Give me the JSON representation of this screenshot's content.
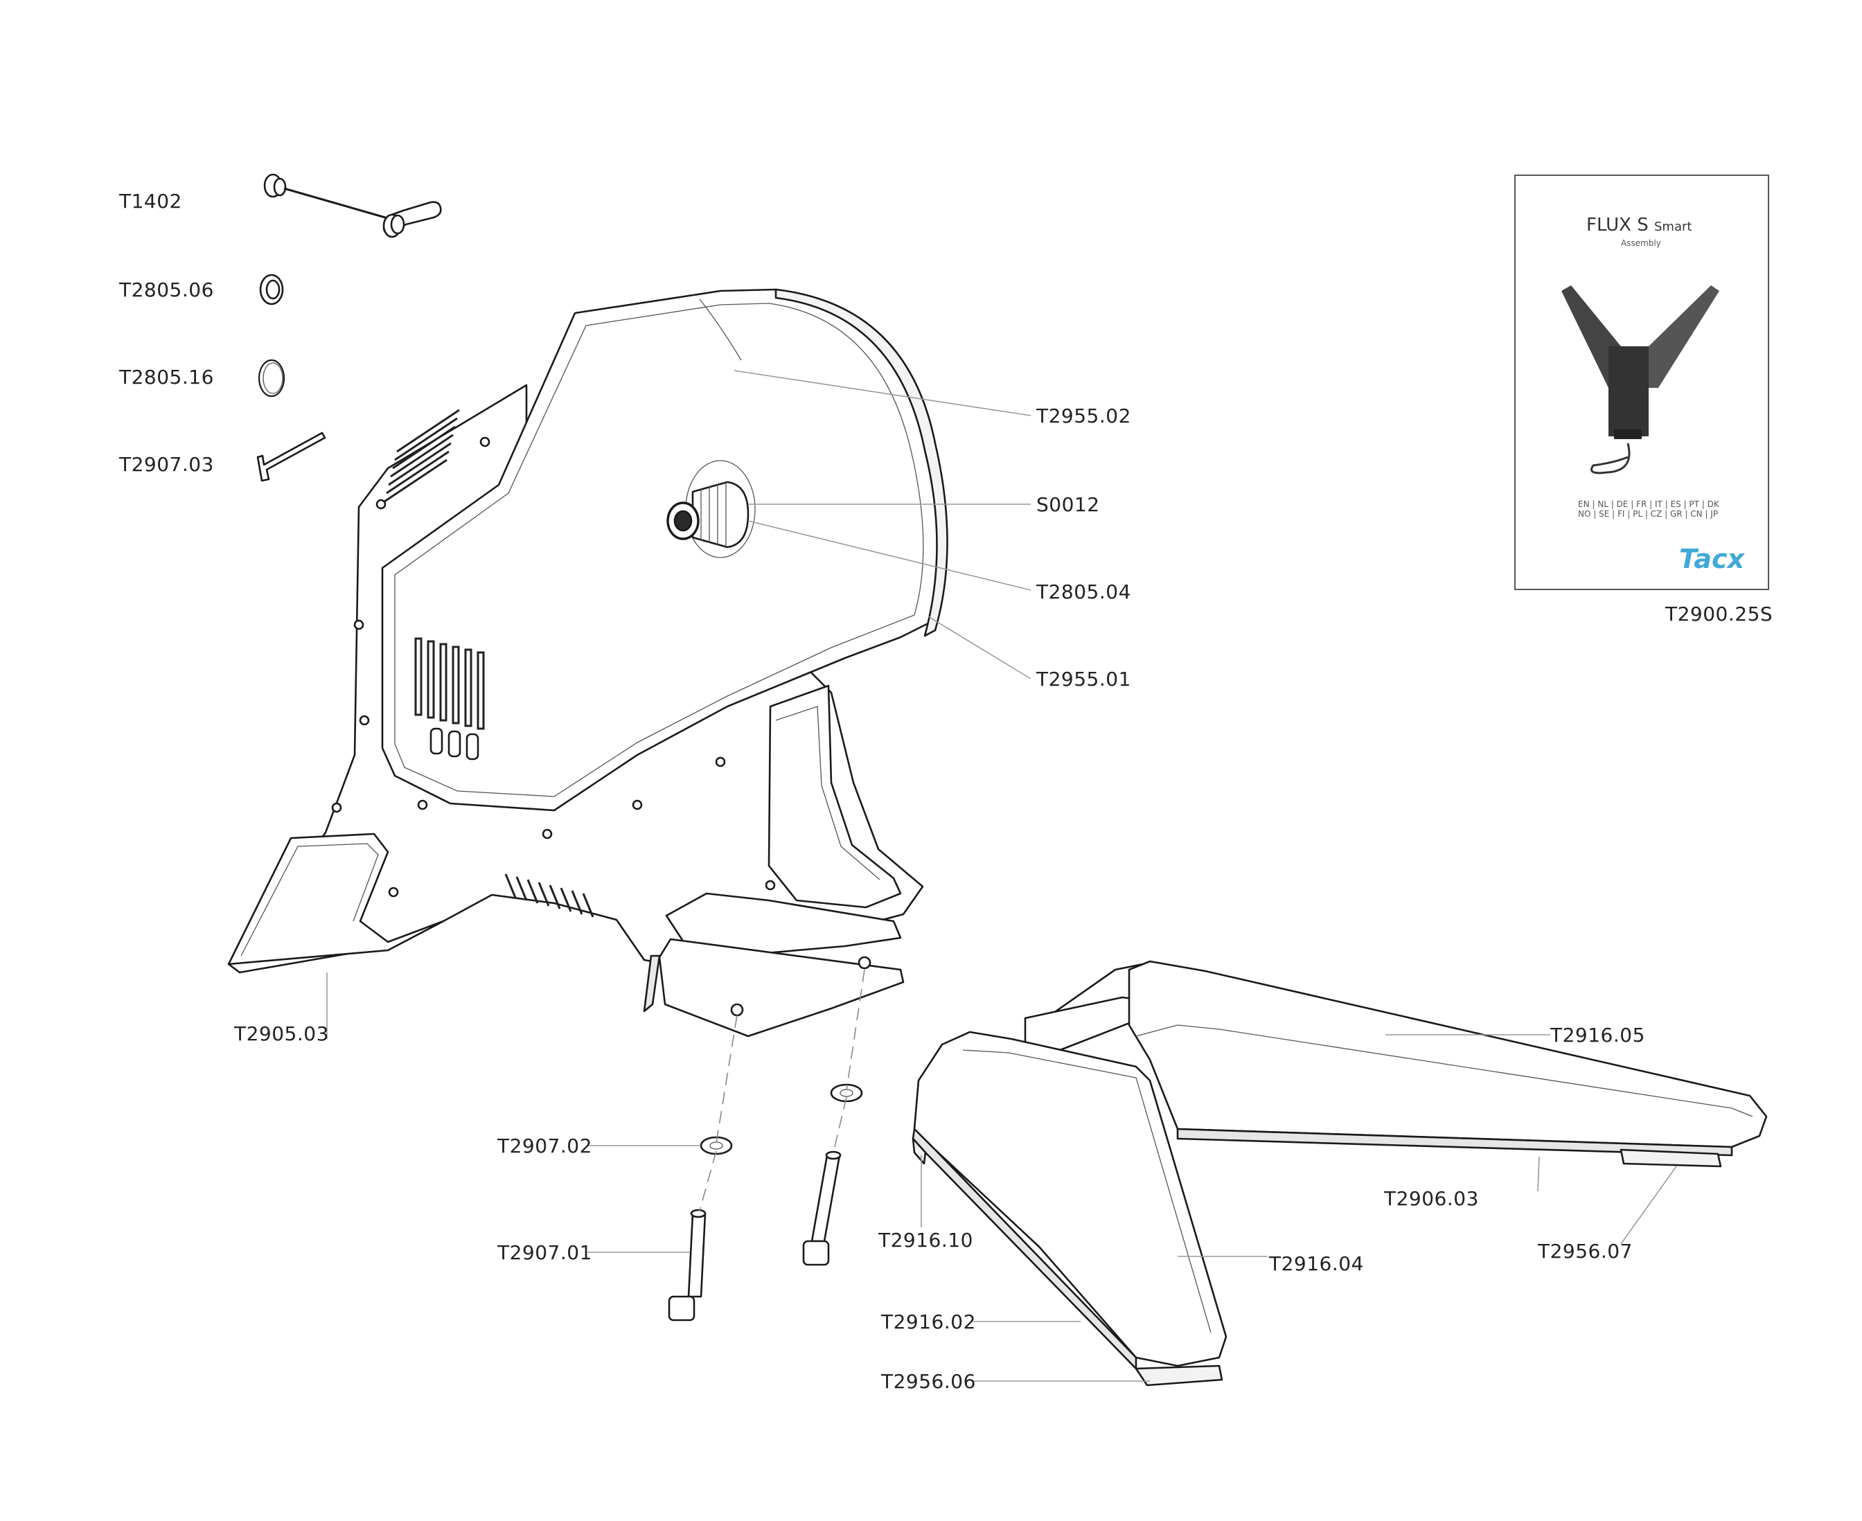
{
  "parts": {
    "t1402": "T1402",
    "t2805_06": "T2805.06",
    "t2805_16": "T2805.16",
    "t2907_03": "T2907.03",
    "t2955_02": "T2955.02",
    "s0012": "S0012",
    "t2805_04": "T2805.04",
    "t2955_01": "T2955.01",
    "t2900_25s": "T2900.25S",
    "t2905_03": "T2905.03",
    "t2916_05": "T2916.05",
    "t2907_02": "T2907.02",
    "t2906_03": "T2906.03",
    "t2956_07": "T2956.07",
    "t2907_01": "T2907.01",
    "t2916_10": "T2916.10",
    "t2916_04": "T2916.04",
    "t2916_02": "T2916.02",
    "t2956_06": "T2956.06"
  },
  "manual": {
    "title": "FLUX S",
    "title_suffix": "Smart",
    "subtitle": "Assembly",
    "languages_row1": "EN | NL | DE | FR | IT | ES | PT | DK",
    "languages_row2": "NO | SE | FI | PL | CZ | GR | CN | JP",
    "logo": "Tacx"
  }
}
